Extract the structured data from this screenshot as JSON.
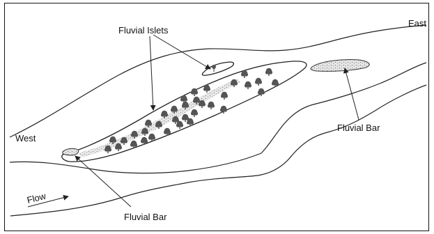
{
  "labels": {
    "islets": "Fluvial Islets",
    "bar_right": "Fluvial Bar",
    "bar_bottom": "Fluvial Bar",
    "west": "West",
    "east": "East",
    "flow": "Flow"
  },
  "colors": {
    "ink": "#222222",
    "tree": "#555555",
    "sand_fill": "#cfcfcf",
    "background": "#ffffff"
  },
  "icons": {
    "tree": "deciduous-tree-icon",
    "flow_arrow": "arrow-right-icon"
  }
}
